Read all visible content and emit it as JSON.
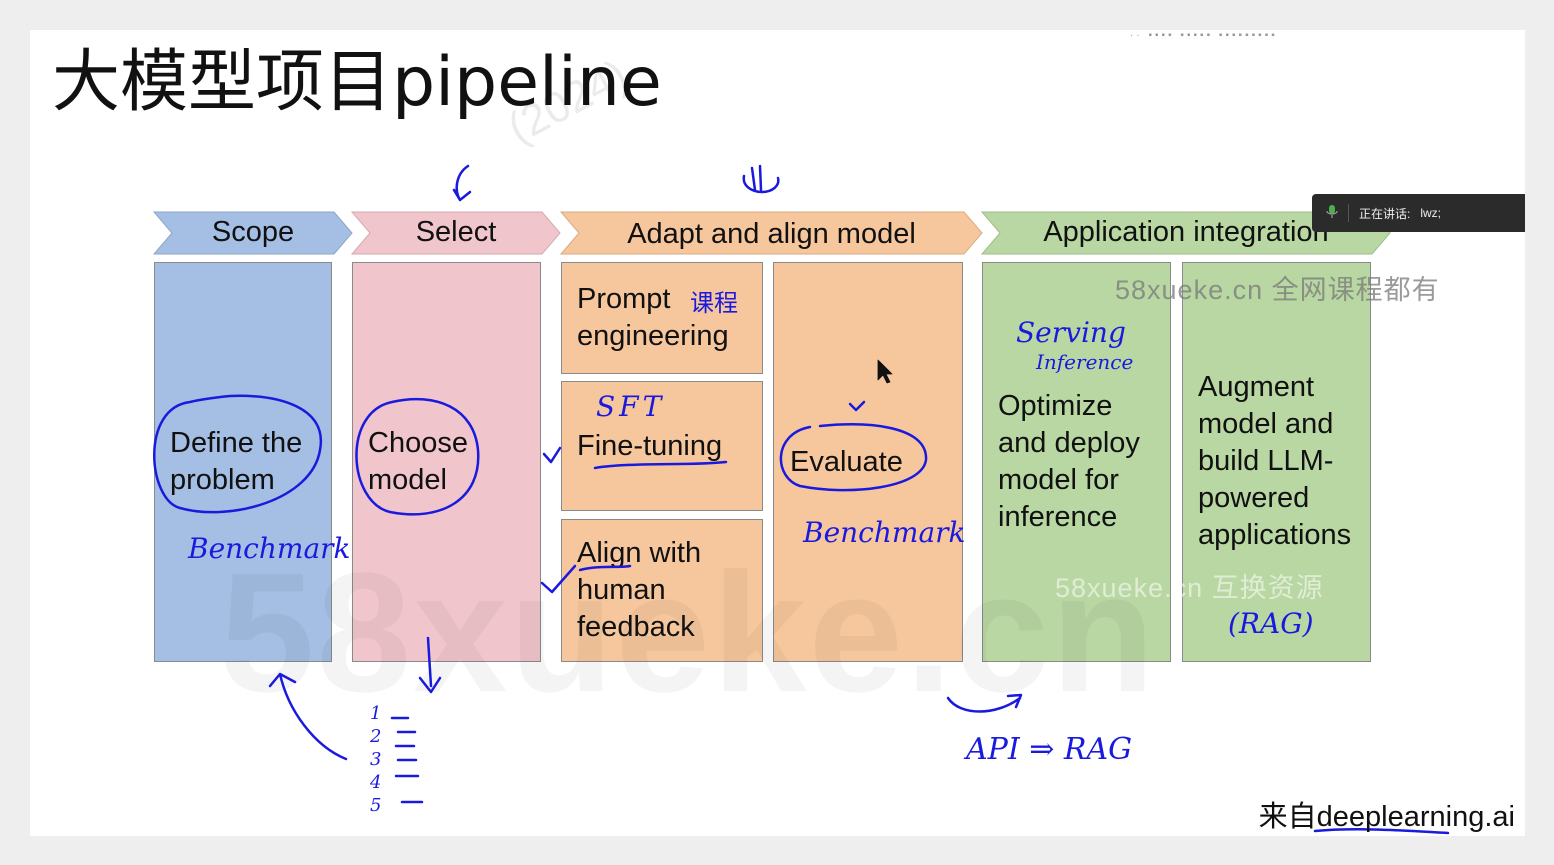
{
  "title": "大模型项目pipeline",
  "headers": [
    {
      "label": "Scope",
      "color": "#a4bfe3"
    },
    {
      "label": "Select",
      "color": "#f0c6cc"
    },
    {
      "label": "Adapt and align model",
      "color": "#f6c79d"
    },
    {
      "label": "Application integration",
      "color": "#b8d7a3"
    }
  ],
  "boxes": {
    "define": "Define the problem",
    "choose": "Choose model",
    "prompt": "Prompt engineering",
    "finetune": "Fine-tuning",
    "align": "Align with human feedback",
    "evaluate": "Evaluate",
    "optimize": "Optimize and deploy model for inference",
    "augment": "Augment model and build LLM-powered applications"
  },
  "annotations": {
    "benchmark_1": "Benchmark",
    "benchmark_2": "Benchmark",
    "prompt_note": "课程",
    "sft": "SFT",
    "serving": "Serving",
    "inference": "Inference",
    "rag_paren": "(RAG)",
    "api_rag": "API ⇒ RAG",
    "list_numbers": [
      "1",
      "2",
      "3",
      "4",
      "5"
    ]
  },
  "watermarks": {
    "big": "58xueke.cn",
    "line1": "58xueke.cn 全网课程都有",
    "line2": "58xueke.cn 互换资源",
    "year": "(2024)"
  },
  "speaker": {
    "label": "正在讲话:",
    "name": "lwz;"
  },
  "source": "来自deeplearning.ai",
  "colors": {
    "scope": "#a4bfe3",
    "select": "#f0c6cc",
    "adapt": "#f6c79d",
    "app": "#b8d7a3",
    "ink": "#1a1adf"
  }
}
